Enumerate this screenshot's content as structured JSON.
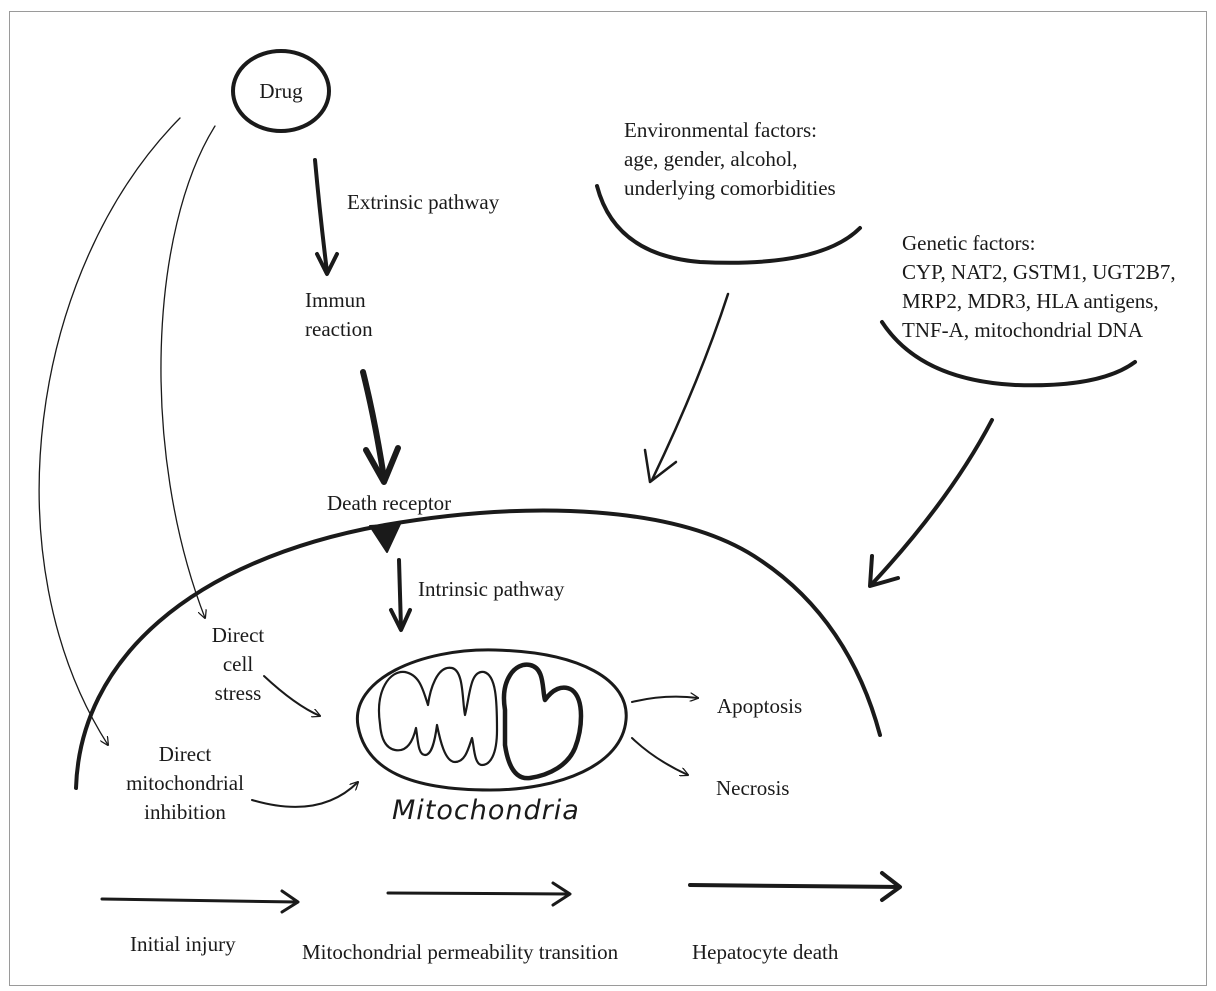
{
  "diagram": {
    "nodes": {
      "drug": "Drug",
      "extrinsic_pathway": "Extrinsic pathway",
      "immune_reaction": "Immun\nreaction",
      "death_receptor": "Death receptor",
      "intrinsic_pathway": "Intrinsic pathway",
      "environmental_factors": "Environmental factors:\nage, gender, alcohol,\nunderlying comorbidities",
      "genetic_factors": "Genetic factors:\nCYP, NAT2, GSTM1, UGT2B7,\nMRP2, MDR3, HLA antigens,\nTNF-A, mitochondrial DNA",
      "direct_cell_stress": "Direct\ncell\nstress",
      "direct_mito_inhibition": "Direct\nmitochondrial\ninhibition",
      "mitochondria": "Mitochondria",
      "apoptosis": "Apoptosis",
      "necrosis": "Necrosis"
    },
    "stages": [
      "Initial injury",
      "Mitochondrial permeability transition",
      "Hepatocyte death"
    ]
  }
}
